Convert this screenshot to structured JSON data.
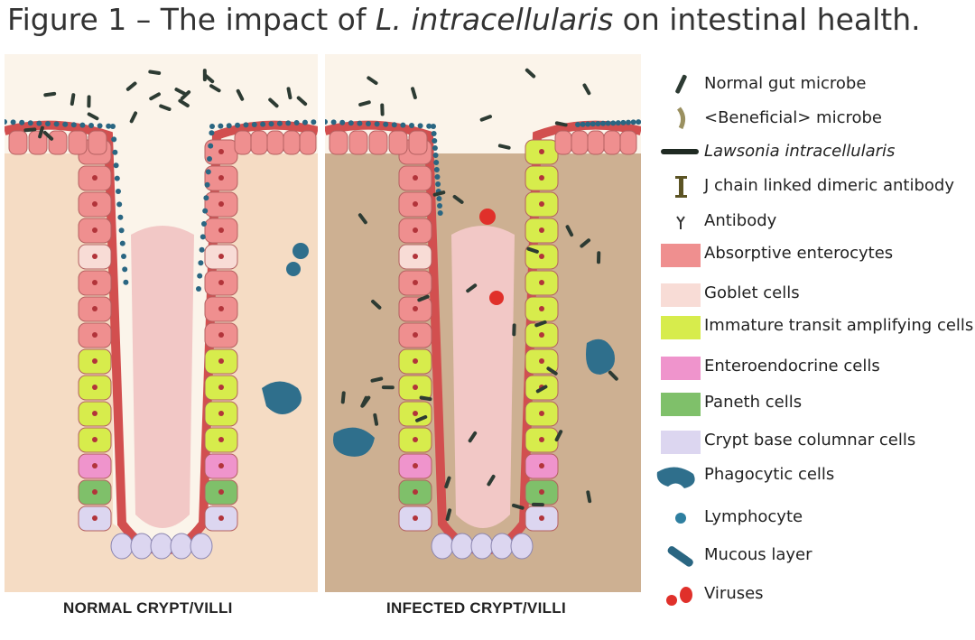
{
  "title": {
    "prefix": "Figure 1 – The impact of ",
    "italic": "L. intracellularis",
    "suffix": " on intestinal health."
  },
  "panels": {
    "normal_label": "NORMAL CRYPT/VILLI",
    "infected_label": "INFECTED CRYPT/VILLI"
  },
  "legend": [
    {
      "key": "normal_microbe",
      "label": "Normal gut microbe",
      "icon": "normal-microbe-icon",
      "color": "#2d3b33"
    },
    {
      "key": "beneficial",
      "label": "<Beneficial> microbe",
      "icon": "beneficial-microbe-icon",
      "color": "#e9e4c4"
    },
    {
      "key": "lawsonia",
      "label": "Lawsonia intracellularis",
      "icon": "lawsonia-icon",
      "color": "#1f2a22"
    },
    {
      "key": "j_chain",
      "label": "J chain linked dimeric antibody",
      "icon": "j-chain-antibody-icon",
      "color": "#5c5424"
    },
    {
      "key": "antibody",
      "label": "Antibody",
      "icon": "antibody-icon",
      "color": "#333333"
    },
    {
      "key": "absorptive",
      "label": "Absorptive enterocytes",
      "icon": "absorptive-swatch",
      "color": "#ef8f8f"
    },
    {
      "key": "goblet",
      "label": "Goblet cells",
      "icon": "goblet-swatch",
      "color": "#f8dcd6"
    },
    {
      "key": "immature",
      "label": "Immature transit amplifying cells",
      "icon": "immature-swatch",
      "color": "#d7ec4c"
    },
    {
      "key": "enteroendocrine",
      "label": "Enteroendocrine cells",
      "icon": "enteroendocrine-swatch",
      "color": "#ef94cc"
    },
    {
      "key": "paneth",
      "label": "Paneth cells",
      "icon": "paneth-swatch",
      "color": "#7fc06a"
    },
    {
      "key": "crypt_base",
      "label": "Crypt base columnar cells",
      "icon": "crypt-base-swatch",
      "color": "#dcd6f0"
    },
    {
      "key": "phagocytic",
      "label": "Phagocytic cells",
      "icon": "phagocytic-icon",
      "color": "#2f6f8c"
    },
    {
      "key": "lymphocyte",
      "label": "Lymphocyte",
      "icon": "lymphocyte-icon",
      "color": "#2e7fa0"
    },
    {
      "key": "mucous",
      "label": "Mucous layer",
      "icon": "mucous-icon",
      "color": "#2a6682"
    },
    {
      "key": "viruses",
      "label": "Viruses",
      "icon": "virus-icon",
      "color": "#e0302a"
    }
  ]
}
